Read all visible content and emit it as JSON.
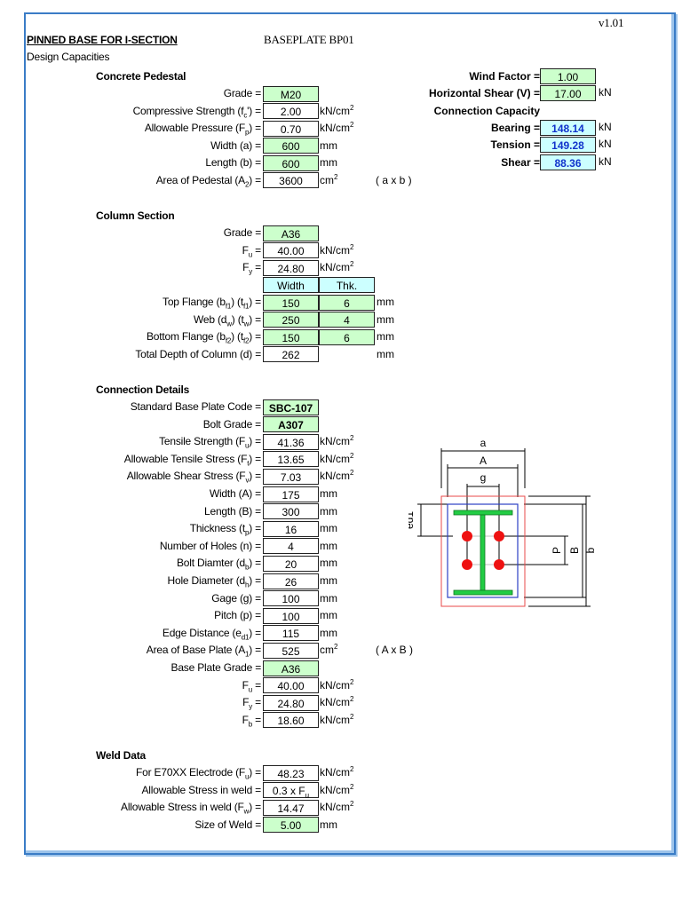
{
  "header": {
    "version": "v1.01",
    "title": "PINNED BASE FOR I-SECTION",
    "baseplate_id": "BASEPLATE BP01",
    "subtitle": "Design Capacities"
  },
  "concrete_pedestal": {
    "heading": "Concrete Pedestal",
    "rows": [
      {
        "label": "Grade =",
        "value": "M20",
        "unit": "",
        "style": "green"
      },
      {
        "label": "Compressive Strength (f<sub>c</sub>') =",
        "value": "2.00",
        "unit": "kN/cm²",
        "style": "white"
      },
      {
        "label": "Allowable Pressure (F<sub>p</sub>) =",
        "value": "0.70",
        "unit": "kN/cm²",
        "style": "white"
      },
      {
        "label": "Width (a) =",
        "value": "600",
        "unit": "mm",
        "style": "green"
      },
      {
        "label": "Length (b) =",
        "value": "600",
        "unit": "mm",
        "style": "green"
      },
      {
        "label": "Area of Pedestal (A<sub>2</sub>) =",
        "value": "3600",
        "unit": "cm²",
        "style": "white",
        "note": "( a x b )"
      }
    ]
  },
  "loads": {
    "wind_factor": {
      "label": "Wind Factor =",
      "value": "1.00"
    },
    "horizontal_shear": {
      "label": "Horizontal Shear (V) =",
      "value": "17.00",
      "unit": "kN"
    },
    "capacity_heading": "Connection Capacity",
    "capacities": [
      {
        "label": "Bearing =",
        "value": "148.14",
        "unit": "kN"
      },
      {
        "label": "Tension =",
        "value": "149.28",
        "unit": "kN"
      },
      {
        "label": "Shear =",
        "value": "88.36",
        "unit": "kN"
      }
    ]
  },
  "column_section": {
    "heading": "Column Section",
    "rows": [
      {
        "label": "Grade =",
        "value": "A36",
        "unit": "",
        "style": "green"
      },
      {
        "label": "F<sub>u</sub> =",
        "value": "40.00",
        "unit": "kN/cm²",
        "style": "white"
      },
      {
        "label": "F<sub>y</sub> =",
        "value": "24.80",
        "unit": "kN/cm²",
        "style": "white"
      }
    ],
    "dim_headers": [
      "Width",
      "Thk."
    ],
    "dims": [
      {
        "label": "Top Flange (b<sub>f1</sub>) (t<sub>f1</sub>) =",
        "width": "150",
        "thk": "6",
        "unit": "mm"
      },
      {
        "label": "Web (d<sub>w</sub>) (t<sub>w</sub>) =",
        "width": "250",
        "thk": "4",
        "unit": "mm"
      },
      {
        "label": "Bottom Flange (b<sub>f2</sub>) (t<sub>f2</sub>) =",
        "width": "150",
        "thk": "6",
        "unit": "mm"
      }
    ],
    "total_depth": {
      "label": "Total Depth of Column (d) =",
      "value": "262",
      "unit": "mm"
    }
  },
  "connection_details": {
    "heading": "Connection Details",
    "rows": [
      {
        "label": "Standard Base Plate Code =",
        "value": "SBC-107",
        "unit": "",
        "style": "green-bold"
      },
      {
        "label": "Bolt Grade =",
        "value": "A307",
        "unit": "",
        "style": "green-bold"
      },
      {
        "label": "Tensile Strength (F<sub>u</sub>) =",
        "value": "41.36",
        "unit": "kN/cm²",
        "style": "white"
      },
      {
        "label": "Allowable Tensile Stress (F<sub>t</sub>) =",
        "value": "13.65",
        "unit": "kN/cm²",
        "style": "white"
      },
      {
        "label": "Allowable Shear Stress (F<sub>v</sub>) =",
        "value": "7.03",
        "unit": "kN/cm²",
        "style": "white"
      },
      {
        "label": "Width (A) =",
        "value": "175",
        "unit": "mm",
        "style": "white"
      },
      {
        "label": "Length (B) =",
        "value": "300",
        "unit": "mm",
        "style": "white"
      },
      {
        "label": "Thickness (t<sub>p</sub>) =",
        "value": "16",
        "unit": "mm",
        "style": "white"
      },
      {
        "label": "Number of Holes (n) =",
        "value": "4",
        "unit": "mm",
        "style": "white"
      },
      {
        "label": "Bolt Diamter (d<sub>b</sub>) =",
        "value": "20",
        "unit": "mm",
        "style": "white"
      },
      {
        "label": "Hole Diameter (d<sub>h</sub>) =",
        "value": "26",
        "unit": "mm",
        "style": "white"
      },
      {
        "label": "Gage (g) =",
        "value": "100",
        "unit": "mm",
        "style": "white"
      },
      {
        "label": "Pitch (p) =",
        "value": "100",
        "unit": "mm",
        "style": "white"
      },
      {
        "label": "Edge Distance (e<sub>d1</sub>) =",
        "value": "115",
        "unit": "mm",
        "style": "white"
      },
      {
        "label": "Area of Base Plate (A<sub>1</sub>) =",
        "value": "525",
        "unit": "cm²",
        "style": "white",
        "note": "( A x B )"
      },
      {
        "label": "Base Plate Grade =",
        "value": "A36",
        "unit": "",
        "style": "green"
      },
      {
        "label": "F<sub>u</sub> =",
        "value": "40.00",
        "unit": "kN/cm²",
        "style": "white"
      },
      {
        "label": "F<sub>y</sub> =",
        "value": "24.80",
        "unit": "kN/cm²",
        "style": "white"
      },
      {
        "label": "F<sub>b</sub> =",
        "value": "18.60",
        "unit": "kN/cm²",
        "style": "white"
      }
    ]
  },
  "weld_data": {
    "heading": "Weld Data",
    "rows": [
      {
        "label": "For E70XX Electrode (F<sub>u</sub>) =",
        "value": "48.23",
        "unit": "kN/cm²",
        "style": "white"
      },
      {
        "label": "Allowable Stress in weld =",
        "value": "0.3 x F<sub>u</sub>",
        "unit": "kN/cm²",
        "style": "white"
      },
      {
        "label": "Allowable Stress in weld (F<sub>w</sub>) =",
        "value": "14.47",
        "unit": "kN/cm²",
        "style": "white"
      },
      {
        "label": "Size of Weld =",
        "value": "5.00",
        "unit": "mm",
        "style": "green"
      }
    ]
  },
  "diagram": {
    "labels": {
      "a": "a",
      "A": "A",
      "g": "g",
      "ed1": "ed1",
      "P": "P",
      "B": "B",
      "b": "b"
    },
    "colors": {
      "pedestal": "#e84a4a",
      "plate": "#2c3fc4",
      "section": "#22cc44",
      "bolt": "#ee1111"
    }
  }
}
